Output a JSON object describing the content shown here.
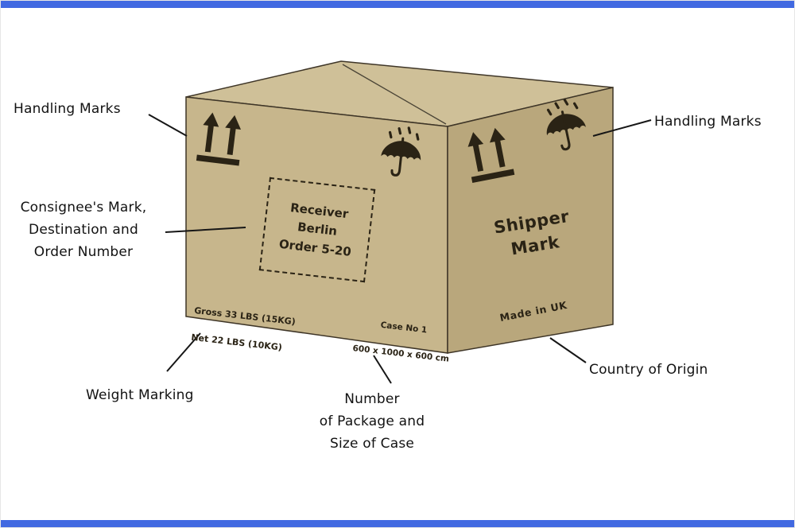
{
  "page": {
    "title": "Shipping Marks Diagram"
  },
  "colors": {
    "accent_bar": "#4169E1",
    "carton_top_face": "#cfc098",
    "carton_left_face": "#c7b68c",
    "carton_right_face": "#b9a77c",
    "marking_ink": "#2a2315",
    "label_text": "#121212"
  },
  "labels": {
    "handling_left": "Handling Marks",
    "handling_right": "Handling Marks",
    "consignee": "Consignee's Mark,\nDestination and\nOrder Number",
    "weight": "Weight Marking",
    "package": "Number\nof Package and\nSize of Case",
    "country": "Country of Origin"
  },
  "box_markings": {
    "consignee": "Receiver\nBerlin\nOrder 5-20",
    "weight_gross": "Gross 33 LBS (15KG)",
    "weight_net": "Net  22 LBS (10KG)",
    "case_no": "Case No 1",
    "case_size": "600 x 1000 x 600 cm",
    "shipper": "Shipper\nMark",
    "origin": "Made in UK"
  },
  "icons": {
    "this_way_up": "up-arrows-icon",
    "keep_dry": "umbrella-rain-icon"
  }
}
